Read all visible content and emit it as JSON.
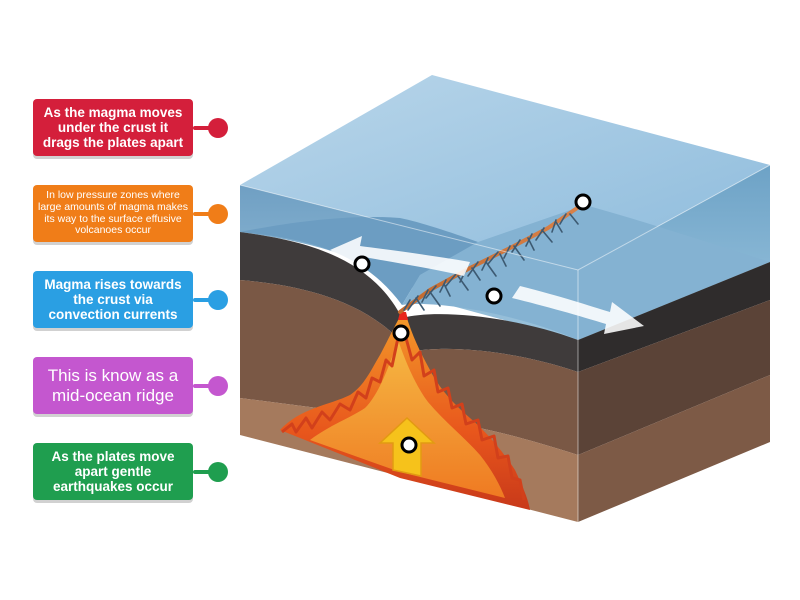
{
  "labels": [
    {
      "text": "As the magma moves under the crust it drags the plates apart",
      "color": "#d41f3b"
    },
    {
      "text": "In low pressure zones where large amounts of magma makes its way to the surface effusive volcanoes occur",
      "color": "#f07d18"
    },
    {
      "text": "Magma rises towards the crust via convection currents",
      "color": "#2a9fe3"
    },
    {
      "text": "This is know as a mid-ocean ridge",
      "color": "#c457cf"
    },
    {
      "text": "As the plates move apart gentle earthquakes occur",
      "color": "#1f9e4f"
    }
  ],
  "colors": {
    "ocean_top": "#7fb3d6",
    "ocean_front": "#7aaccc",
    "crust": "#4b4848",
    "magma": "#e8561c",
    "arrow_white": "#ffffff",
    "arrow_yellow": "#f6c21b"
  }
}
